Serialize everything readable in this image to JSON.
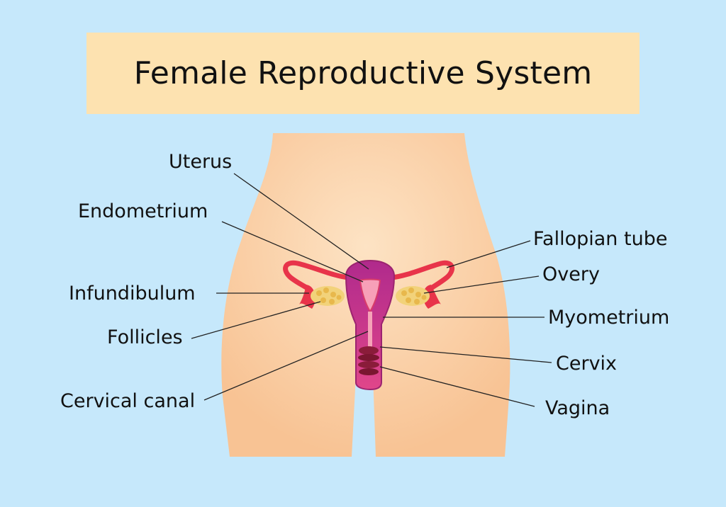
{
  "title": "Female Reproductive System",
  "labels": {
    "uterus": "Uterus",
    "endometrium": "Endometrium",
    "infundibulum": "Infundibulum",
    "follicles": "Follicles",
    "cervical_canal": "Cervical canal",
    "fallopian_tube": "Fallopian tube",
    "overy": "Overy",
    "myometrium": "Myometrium",
    "cervix": "Cervix",
    "vagina": "Vagina"
  },
  "colors": {
    "background": "#c6e8fb",
    "title_box": "#fde2b0",
    "body_skin": "#f9c99a",
    "uterus": "#c8307a",
    "fallopian": "#e8344a",
    "follicles": "#f2d27a"
  }
}
